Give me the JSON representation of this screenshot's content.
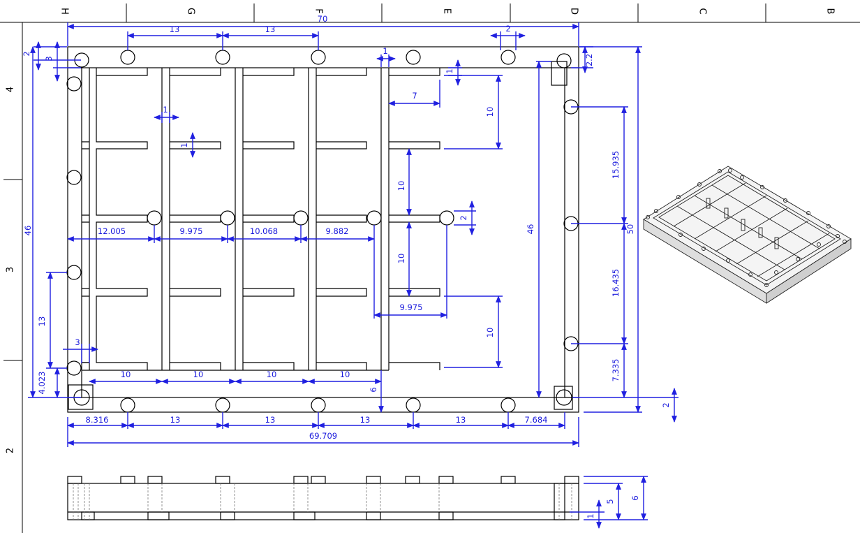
{
  "sheet": {
    "zones_top": [
      "H",
      "G",
      "F",
      "E",
      "D",
      "C",
      "B"
    ],
    "zones_left": [
      "4",
      "3",
      "2"
    ]
  },
  "dimensions": {
    "overall_top": "70",
    "top_pitch_1": "13",
    "top_pitch_2": "13",
    "top_hole": "2",
    "top_gap": "1",
    "left_small_1": "2",
    "left_small_2": "3",
    "right_2_2": "2.2",
    "height_left": "46",
    "cell_gap_1": "1",
    "cell_gap_2": "1",
    "wall_gap": "1",
    "cell_width": "7",
    "cell_height_1": "10",
    "cell_height_2": "10",
    "cell_height_3": "10",
    "cell_height_4": "10",
    "spacing_1": "12.005",
    "spacing_2": "9.975",
    "spacing_3": "10.068",
    "spacing_4": "9.882",
    "spacing_5": "9.975",
    "pin_dia": "2",
    "right_15": "15.935",
    "right_16": "16.435",
    "right_7": "7.335",
    "height_inner": "46",
    "height_total": "50",
    "left_13": "13",
    "left_4": "4.023",
    "left_3": "3",
    "bottom_cell_1": "10",
    "bottom_cell_2": "10",
    "bottom_cell_3": "10",
    "bottom_cell_4": "10",
    "depth_6": "6",
    "bottom_first": "8.316",
    "bottom_pitch_1": "13",
    "bottom_pitch_2": "13",
    "bottom_pitch_3": "13",
    "bottom_pitch_4": "13",
    "bottom_last": "7.684",
    "bottom_overall": "69.709",
    "right_2": "2",
    "side_5": "5",
    "side_6": "6",
    "side_1": "1"
  }
}
